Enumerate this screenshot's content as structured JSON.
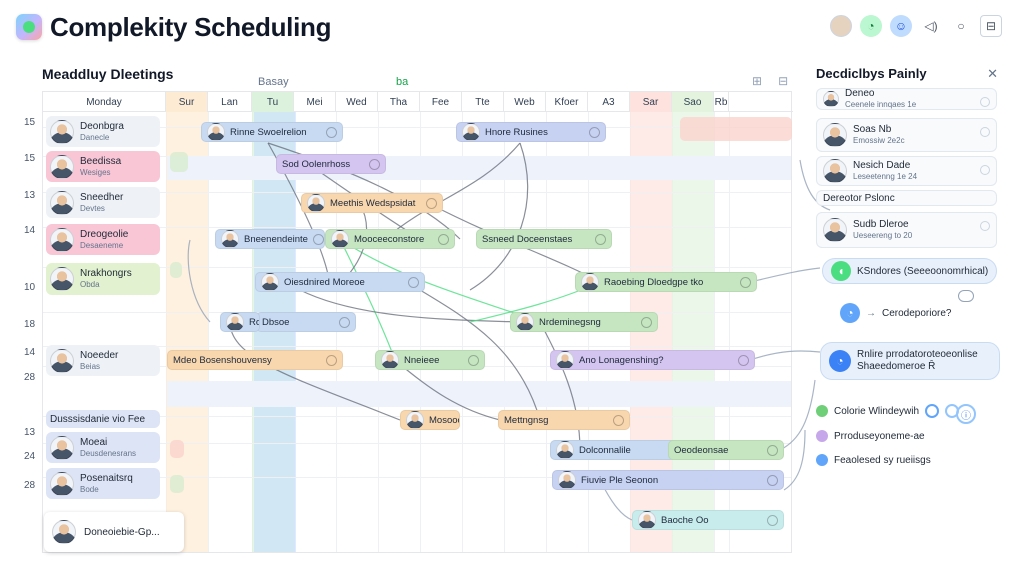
{
  "app": {
    "title": "Complekity Scheduling"
  },
  "top_icons": [
    {
      "name": "user-avatar-icon",
      "glyph": ""
    },
    {
      "name": "chat-icon",
      "glyph": "◔"
    },
    {
      "name": "user-icon",
      "glyph": "☺"
    },
    {
      "name": "audio-icon",
      "glyph": "◁)"
    },
    {
      "name": "circle-icon",
      "glyph": "○"
    },
    {
      "name": "window-icon",
      "glyph": "⊟"
    }
  ],
  "section": {
    "title": "Meaddluy Dleetings",
    "hint_left": "Basay",
    "hint_mid": "ba"
  },
  "top_mini_icons": [
    "⊞",
    "⊟"
  ],
  "columns": [
    "Monday",
    "Sur",
    "Lan",
    "Tu",
    "Mei",
    "Wed",
    "Tha",
    "Fee",
    "Tte",
    "Web",
    "Kfoer",
    "A3",
    "Sar",
    "Sao",
    "Rb"
  ],
  "column_colors": {
    "Sur": "#fdebd3",
    "Tu": "#dcf2dc",
    "Sar": "#fde2dd",
    "Sao": "#e3f3de"
  },
  "rows": [
    "15",
    "15",
    "13",
    "14",
    "10",
    "18",
    "14",
    "28",
    "13",
    "24",
    "28"
  ],
  "people": [
    {
      "name": "Deonbgra",
      "sub": "Danecle",
      "color": "#eef2f7"
    },
    {
      "name": "Beedissa",
      "sub": "Wesiges",
      "color": "#f9c6d6"
    },
    {
      "name": "Sneedher",
      "sub": "Devtes",
      "color": "#eef2f7"
    },
    {
      "name": "Dreogeolie",
      "sub": "Desaeneme",
      "color": "#f9c6d6"
    },
    {
      "name": "Nrakhongrs",
      "sub": "Obda",
      "color": "#e2f1cf"
    },
    {
      "name": "Noeeder",
      "sub": "Beias",
      "color": "#eef2f7"
    },
    {
      "name": "Dusssisdanie vio Fee",
      "sub": "",
      "color": "#dde4f5"
    },
    {
      "name": "Moeai",
      "sub": "Deusdenesrans",
      "color": "#dde4f5"
    },
    {
      "name": "Posenaitsrq",
      "sub": "Bode",
      "color": "#dde4f5"
    }
  ],
  "events": [
    {
      "label": "Rinne Swoelrelion",
      "color": "#c7daf2"
    },
    {
      "label": "Hnore Rusines",
      "color": "#c7d1f2"
    },
    {
      "label": "Sod Oolenrhoss",
      "color": "#d4c5f0"
    },
    {
      "label": "Meethis Wedspsidat",
      "color": "#f8d7ae"
    },
    {
      "label": "Bneenendeinte",
      "color": "#c7daf2"
    },
    {
      "label": "Mooceeconstore",
      "color": "#c5e6c0"
    },
    {
      "label": "Ssneed Doceenstaes",
      "color": "#c5e6c0"
    },
    {
      "label": "Oiesdnired Moreoe",
      "color": "#c7daf2"
    },
    {
      "label": "Dbsoe",
      "color": "#c7daf2"
    },
    {
      "label": "Raoebing Dloedgpe tko",
      "color": "#c5e6c0"
    },
    {
      "label": "Roneoemeps",
      "color": "#c7daf2"
    },
    {
      "label": "Nrdeminegsng",
      "color": "#c5e6c0"
    },
    {
      "label": "Mdeo Bosenshouvensy",
      "color": "#f8d7ae"
    },
    {
      "label": "Nneieee",
      "color": "#c5e6c0"
    },
    {
      "label": "Ano Lonagenshing?",
      "color": "#d4c5f0"
    },
    {
      "label": "Mosooo",
      "color": "#f8d7ae"
    },
    {
      "label": "Mettngnsg",
      "color": "#f8d7ae"
    },
    {
      "label": "Dolconnalile",
      "color": "#c7daf2"
    },
    {
      "label": "Oeodeonsae",
      "color": "#c5e6c0"
    },
    {
      "label": "Fiuvie Ple Seonon",
      "color": "#c7d1f2"
    },
    {
      "label": "Baoche Oo",
      "color": "#c8ecec"
    }
  ],
  "panel": {
    "title": "Decdiclbys Painly",
    "cards": [
      {
        "name": "Deneo",
        "sub": "Ceenele innqaes 1e"
      },
      {
        "name": "Soas Nb",
        "sub": "Emossiw 2e2c"
      },
      {
        "name": "Nesich Dade",
        "sub": "Leseetenng 1e 24"
      },
      {
        "name": "Dereotor Pslonc",
        "sub": ""
      },
      {
        "name": "Sudb Dleroe",
        "sub": "Ueseereng to 20"
      }
    ]
  },
  "pills": [
    {
      "label": "KSndores (Seeeoonomrhical)"
    },
    {
      "label": "Cerodeporiore?"
    },
    {
      "label": "Rnlire prrodatoroteoeonlise Shaeedomeroe Ȓ"
    }
  ],
  "legend": [
    {
      "label": "Colorie Wlindeywih",
      "color": "#6fcf78"
    },
    {
      "label": "Prroduseyoneme-ae",
      "color": "#c6a8ea"
    },
    {
      "label": "Feaolesed sy rueiisgs",
      "color": "#60a5fa"
    }
  ],
  "bottom_card": {
    "label": "Doneoiebie-Gp..."
  }
}
